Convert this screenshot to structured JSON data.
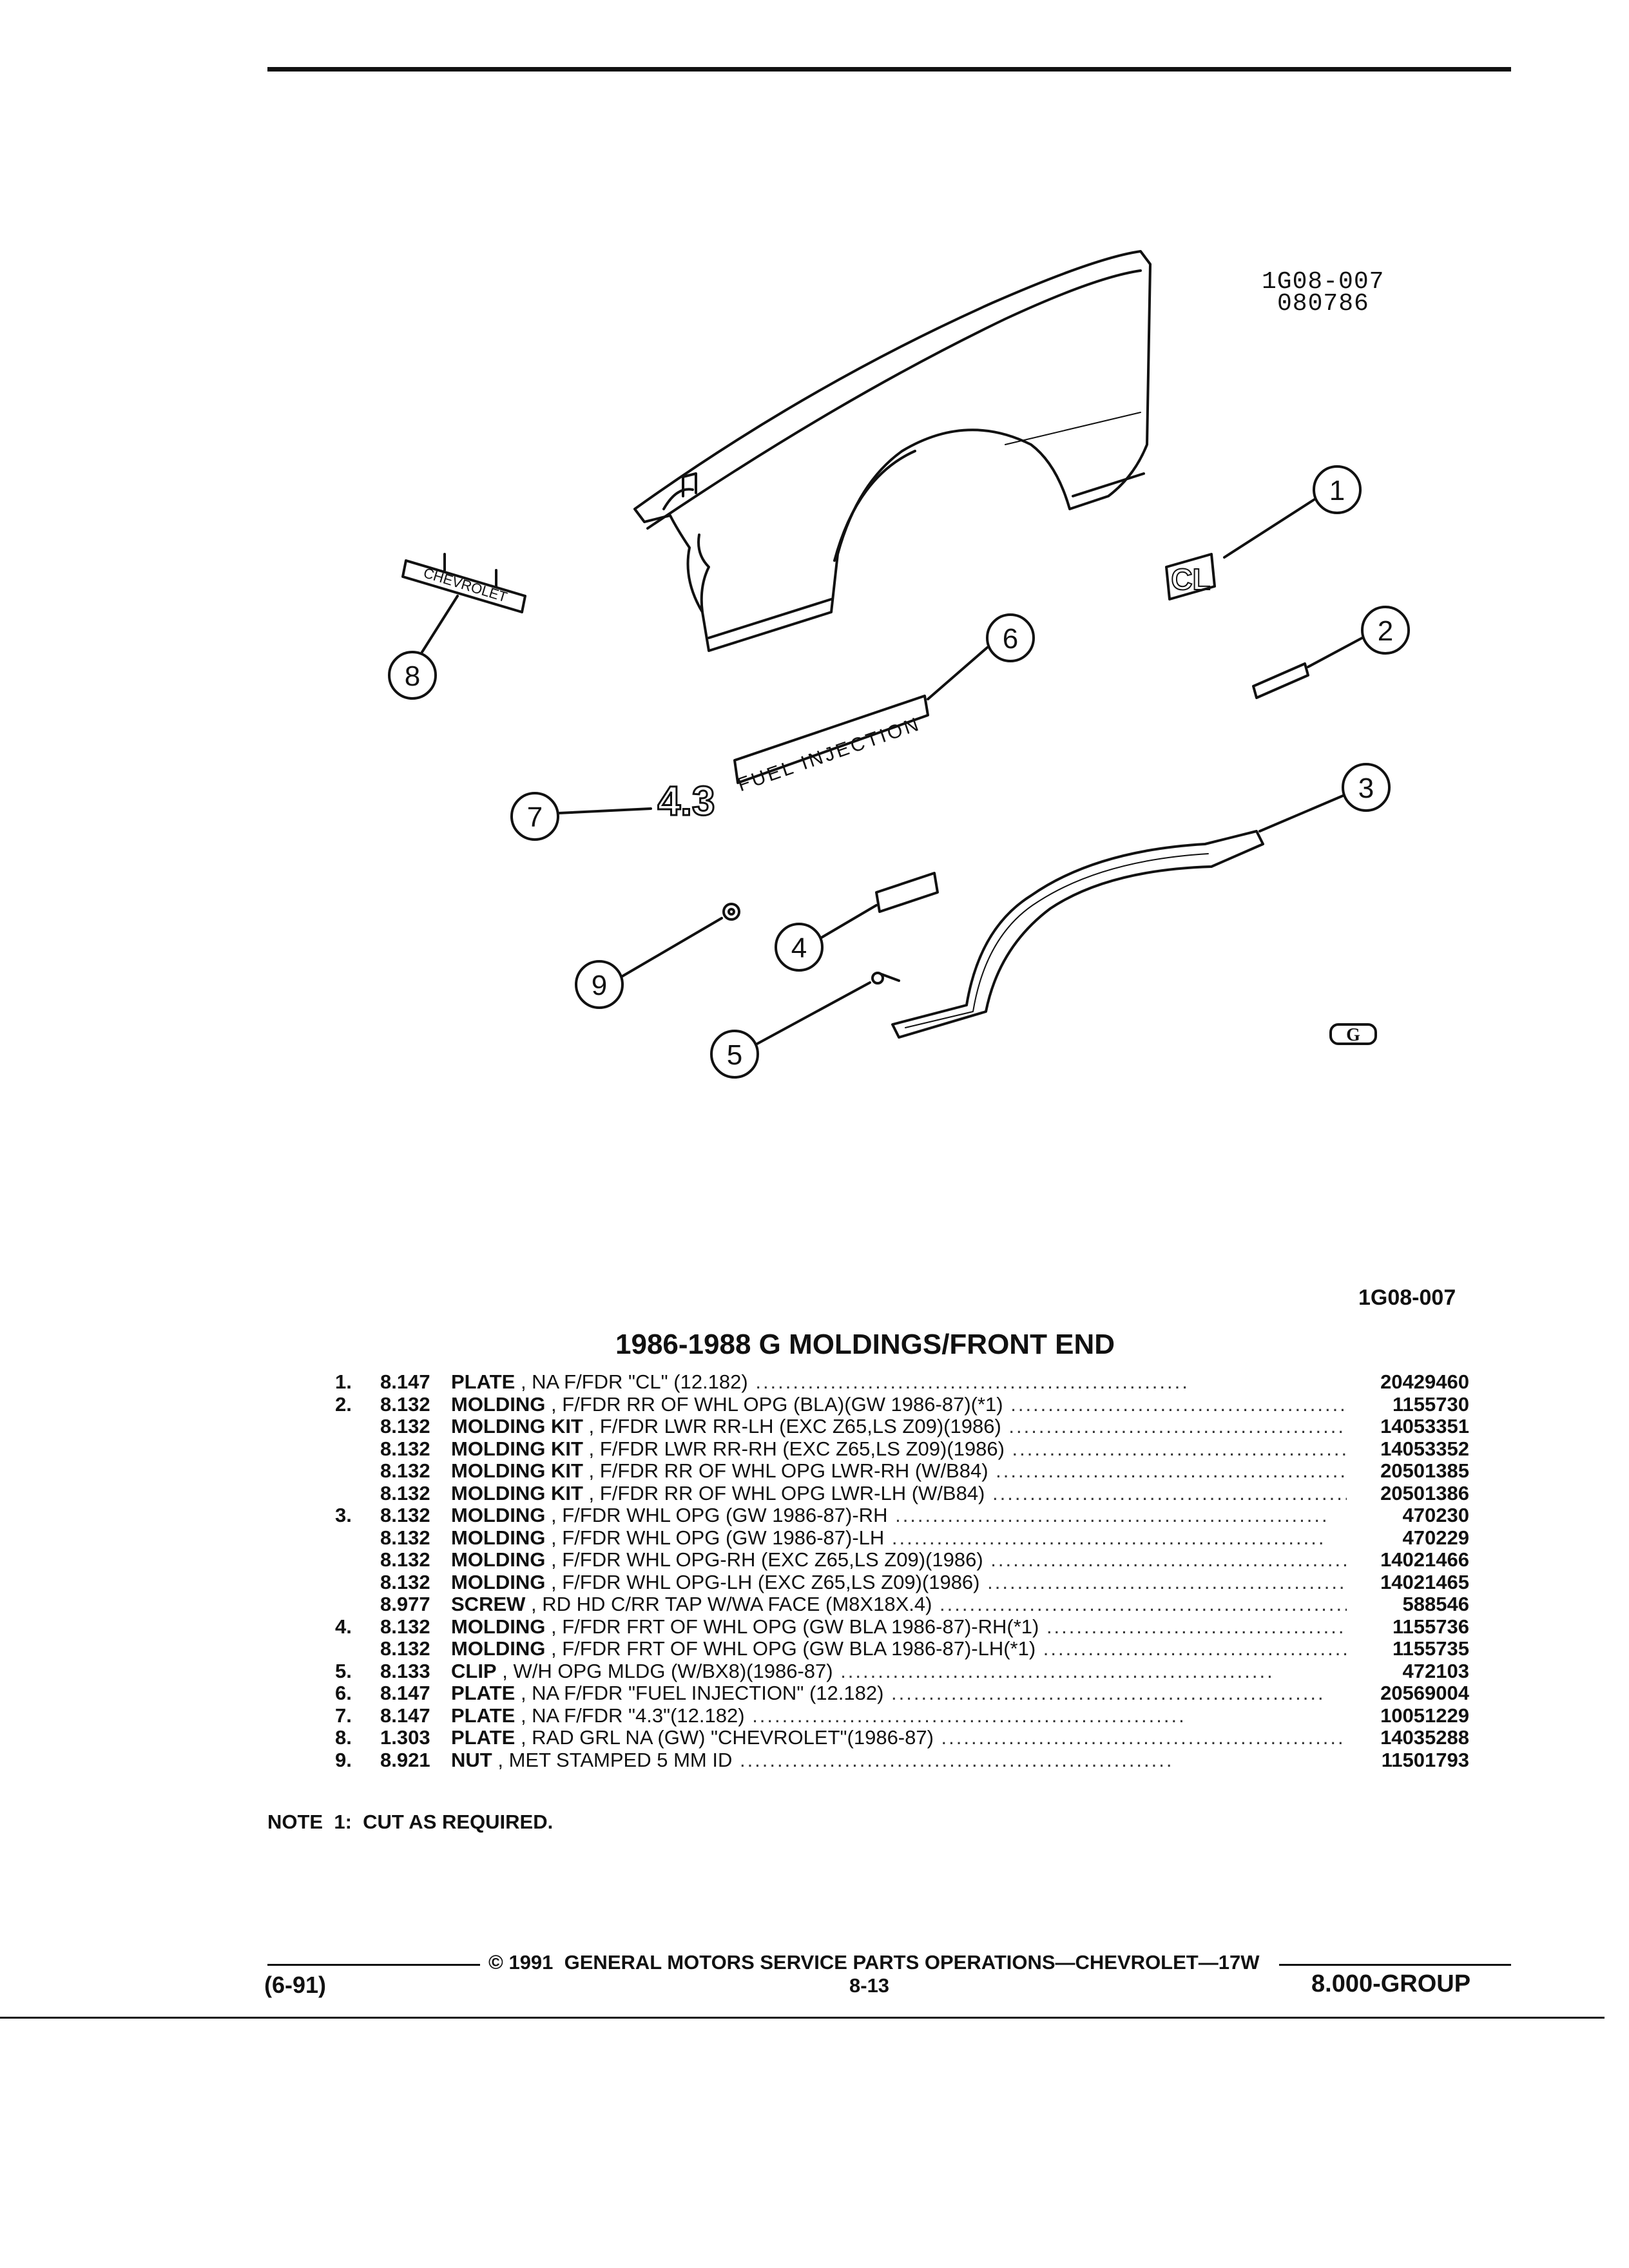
{
  "header": {
    "drawing_code": "1G08-007",
    "drawing_date": "080786"
  },
  "diagram": {
    "callouts": [
      "1",
      "2",
      "3",
      "4",
      "5",
      "6",
      "7",
      "8",
      "9"
    ],
    "emblem_chevrolet": "CHEVROLET",
    "emblem_cl": "CL",
    "emblem_fuel_injection": "FUEL INJECTION",
    "emblem_43": "4.3",
    "logo": "G"
  },
  "figure_ref": "1G08-007",
  "title": "1986-1988 G MOLDINGS/FRONT END",
  "parts": [
    {
      "item": "1.",
      "group": "8.147",
      "name": "PLATE",
      "desc": ", NA F/FDR \"CL\" (12.182)",
      "part_no": "20429460"
    },
    {
      "item": "2.",
      "group": "8.132",
      "name": "MOLDING",
      "desc": ", F/FDR RR OF WHL OPG (BLA)(GW 1986-87)(*1)",
      "part_no": "1155730"
    },
    {
      "item": "",
      "group": "8.132",
      "name": "MOLDING KIT",
      "desc": ", F/FDR LWR RR-LH (EXC Z65,LS Z09)(1986)",
      "part_no": "14053351"
    },
    {
      "item": "",
      "group": "8.132",
      "name": "MOLDING KIT",
      "desc": ", F/FDR LWR RR-RH (EXC Z65,LS Z09)(1986)",
      "part_no": "14053352"
    },
    {
      "item": "",
      "group": "8.132",
      "name": "MOLDING KIT",
      "desc": ", F/FDR RR OF WHL OPG LWR-RH (W/B84)",
      "part_no": "20501385"
    },
    {
      "item": "",
      "group": "8.132",
      "name": "MOLDING KIT",
      "desc": ", F/FDR RR OF WHL OPG LWR-LH (W/B84)",
      "part_no": "20501386"
    },
    {
      "item": "3.",
      "group": "8.132",
      "name": "MOLDING",
      "desc": ", F/FDR WHL OPG (GW 1986-87)-RH",
      "part_no": "470230"
    },
    {
      "item": "",
      "group": "8.132",
      "name": "MOLDING",
      "desc": ", F/FDR WHL OPG (GW 1986-87)-LH",
      "part_no": "470229"
    },
    {
      "item": "",
      "group": "8.132",
      "name": "MOLDING",
      "desc": ", F/FDR WHL OPG-RH (EXC Z65,LS Z09)(1986)",
      "part_no": "14021466"
    },
    {
      "item": "",
      "group": "8.132",
      "name": "MOLDING",
      "desc": ", F/FDR WHL OPG-LH (EXC Z65,LS Z09)(1986)",
      "part_no": "14021465"
    },
    {
      "item": "",
      "group": "8.977",
      "name": "SCREW",
      "desc": ", RD HD C/RR TAP W/WA FACE (M8X18X.4)",
      "part_no": "588546"
    },
    {
      "item": "4.",
      "group": "8.132",
      "name": "MOLDING",
      "desc": ", F/FDR FRT OF WHL OPG (GW BLA 1986-87)-RH(*1)",
      "part_no": "1155736"
    },
    {
      "item": "",
      "group": "8.132",
      "name": "MOLDING",
      "desc": ", F/FDR FRT OF WHL OPG (GW BLA 1986-87)-LH(*1)",
      "part_no": "1155735"
    },
    {
      "item": "5.",
      "group": "8.133",
      "name": "CLIP",
      "desc": ", W/H OPG MLDG (W/BX8)(1986-87)",
      "part_no": "472103"
    },
    {
      "item": "6.",
      "group": "8.147",
      "name": "PLATE",
      "desc": ", NA F/FDR \"FUEL INJECTION\" (12.182)",
      "part_no": "20569004"
    },
    {
      "item": "7.",
      "group": "8.147",
      "name": "PLATE",
      "desc": ", NA F/FDR \"4.3\"(12.182)",
      "part_no": "10051229"
    },
    {
      "item": "8.",
      "group": "1.303",
      "name": "PLATE",
      "desc": ", RAD GRL NA (GW) \"CHEVROLET\"(1986-87)",
      "part_no": "14035288"
    },
    {
      "item": "9.",
      "group": "8.921",
      "name": "NUT",
      "desc": ", MET STAMPED 5 MM ID",
      "part_no": "11501793"
    }
  ],
  "note": "NOTE  1:  CUT AS REQUIRED.",
  "footer": {
    "copyright": "© 1991  GENERAL MOTORS SERVICE PARTS OPERATIONS—CHEVROLET—17W",
    "date_code": "(6-91)",
    "page": "8-13",
    "group": "8.000-GROUP"
  }
}
